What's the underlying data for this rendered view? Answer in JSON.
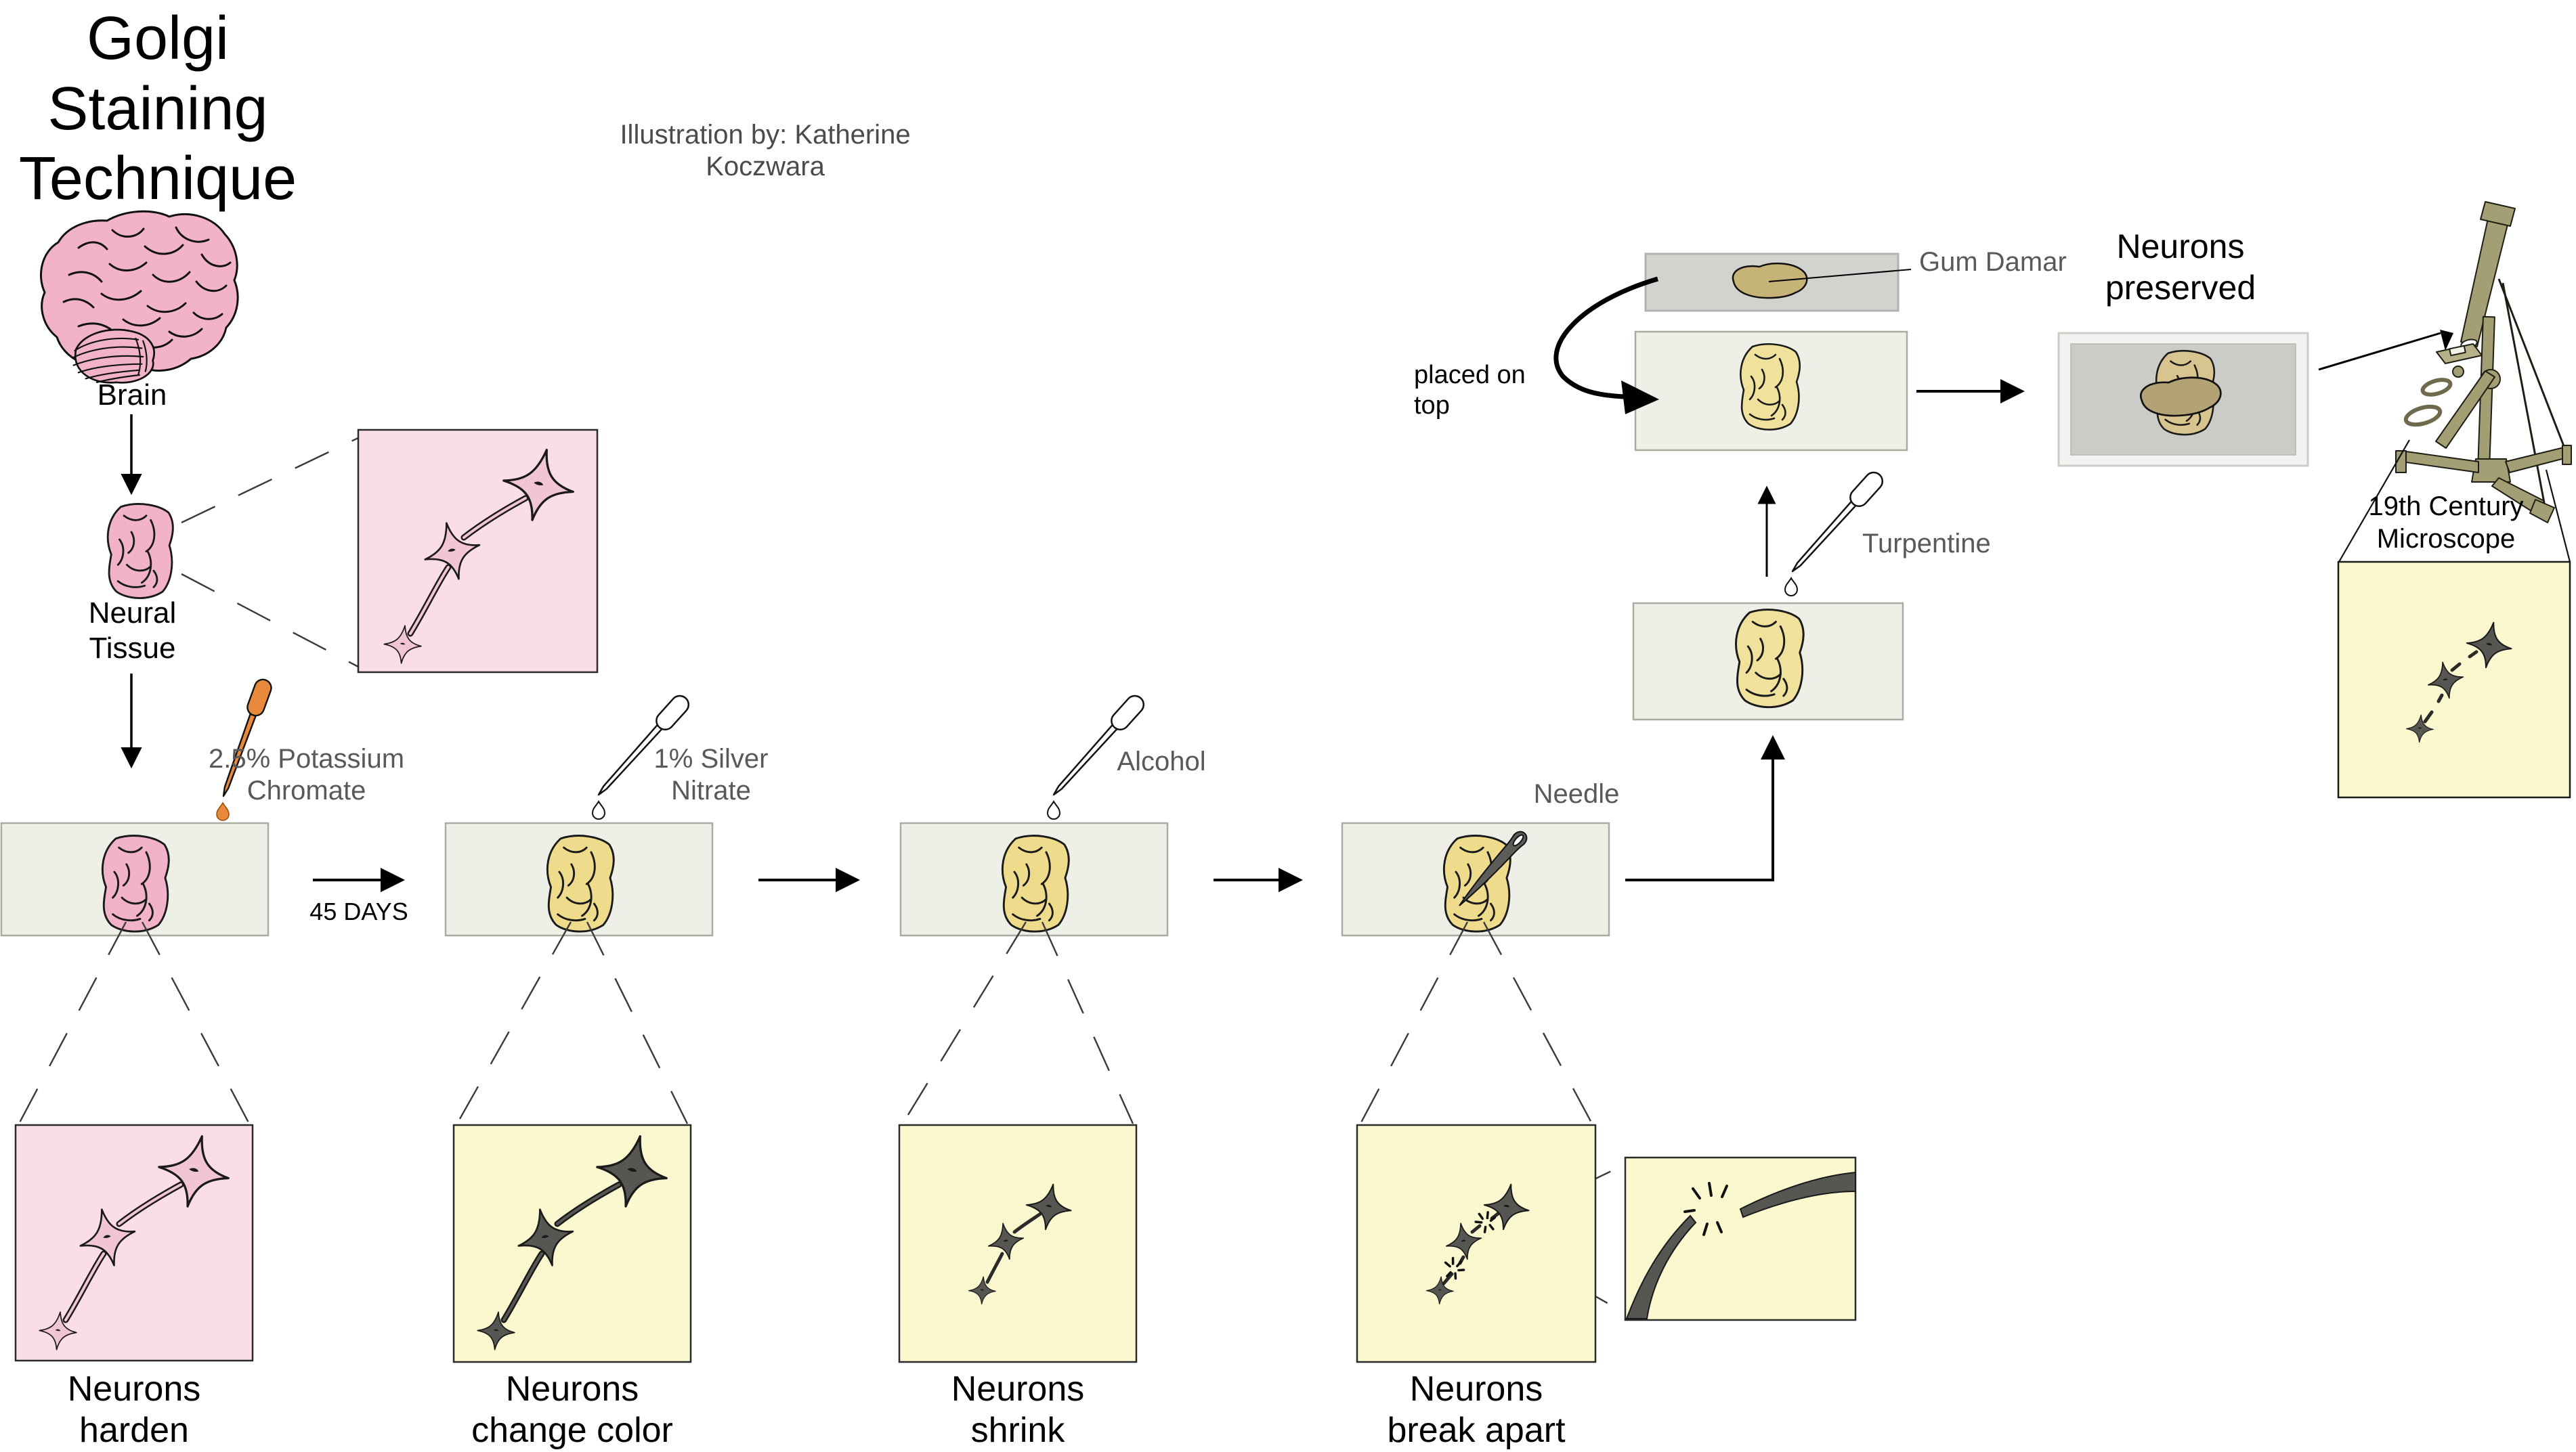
{
  "header": {
    "title_lines": [
      "Golgi",
      "Staining",
      "Technique"
    ],
    "credit": "Illustration by: Katherine Koczwara"
  },
  "labels": {
    "brain": "Brain",
    "neural_tissue_lines": [
      "Neural",
      "Tissue"
    ],
    "potassium_chromate_lines": [
      "2.5% Potassium",
      "Chromate"
    ],
    "duration": "45 DAYS",
    "silver_nitrate_lines": [
      "1% Silver",
      "Nitrate"
    ],
    "alcohol": "Alcohol",
    "needle": "Needle",
    "gum_damar": "Gum Damar",
    "placed_on_top": "placed on top",
    "turpentine": "Turpentine",
    "neurons_preserved_lines": [
      "Neurons",
      "preserved"
    ],
    "microscope_lines": [
      "19th Century",
      "Microscope"
    ]
  },
  "stages": {
    "harden_lines": [
      "Neurons",
      "harden"
    ],
    "change_color_lines": [
      "Neurons",
      "change color"
    ],
    "shrink_lines": [
      "Neurons",
      "shrink"
    ],
    "break_apart_lines": [
      "Neurons",
      "break apart"
    ]
  },
  "colors": {
    "brain_pink": "#f2b3ca",
    "pink_zoom_bg": "#fbdce9",
    "pink_cell": "#f2c5d5",
    "tissue_yellow": "#eedc8c",
    "tissue_pale_yellow": "#f0e29c",
    "pale_yellow_bg": "#fbf8d0",
    "slide_bg": "#eef0e8",
    "cover_slip_gray": "#cbcbc7",
    "gum_damar_tan": "#c6b377",
    "stained_tissue_tan": "#d8c48e",
    "neuron_dark": "#565653",
    "pipette_orange": "#e8893b",
    "microscope_olive": "#a49e74",
    "label_gray": "#595959"
  }
}
